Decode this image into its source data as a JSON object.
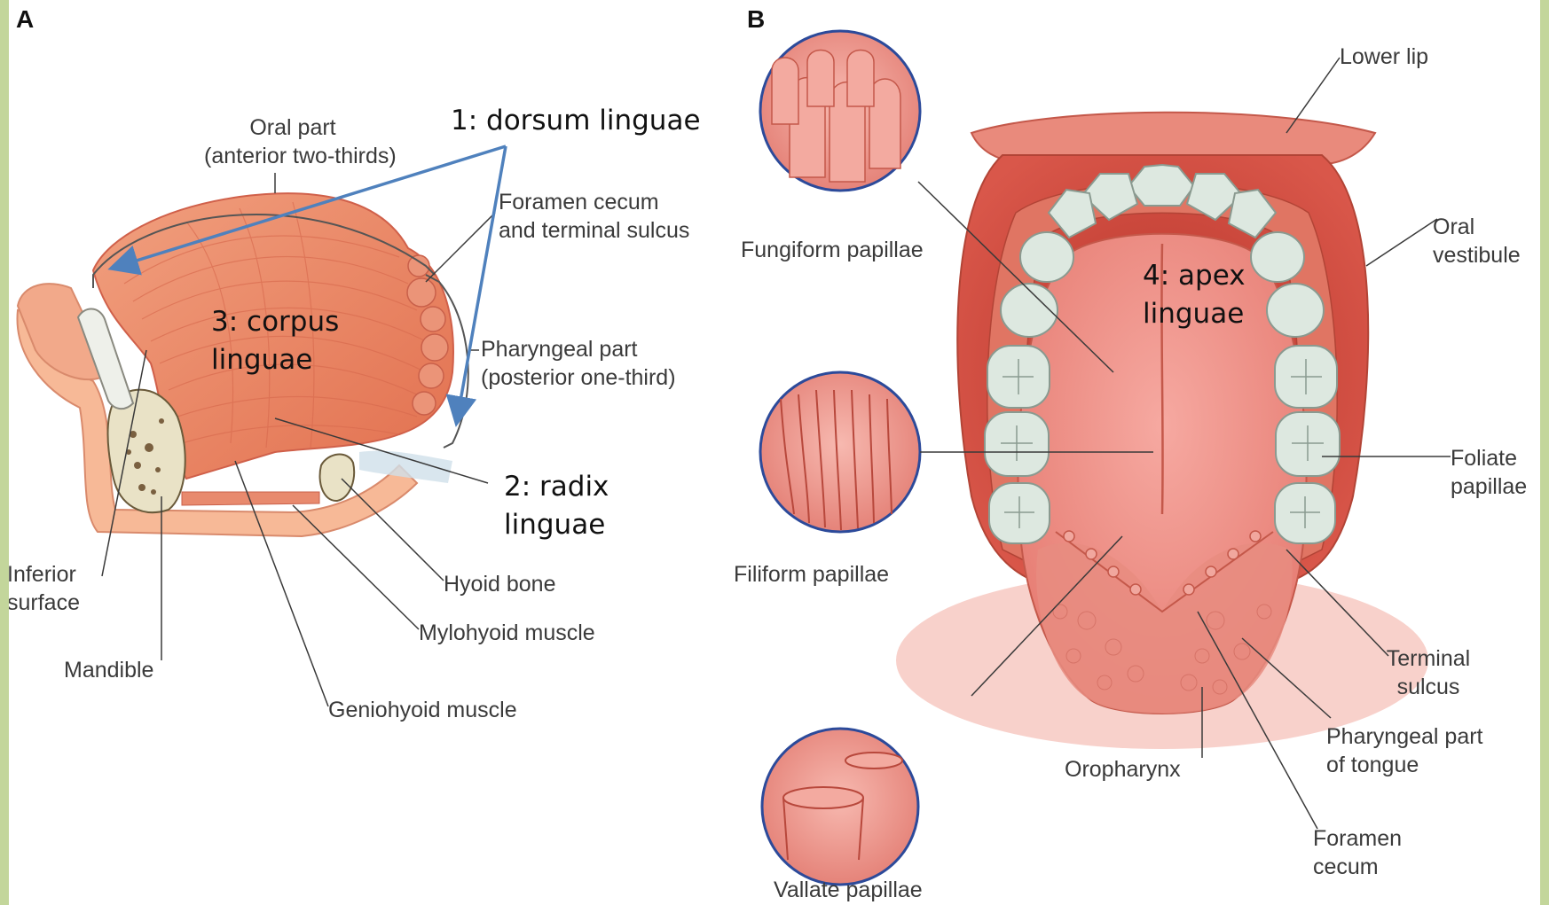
{
  "panels": {
    "a": "A",
    "b": "B"
  },
  "labels_a": {
    "oral_part": "Oral part",
    "oral_part_sub": "(anterior two-thirds)",
    "foramen_terminal": "Foramen cecum",
    "foramen_terminal_2": "and terminal sulcus",
    "pharyngeal_part": "Pharyngeal part",
    "pharyngeal_part_sub": "(posterior one-third)",
    "inferior_surface": "Inferior",
    "inferior_surface_2": "surface",
    "mandible": "Mandible",
    "geniohyoid": "Geniohyoid muscle",
    "mylohyoid": "Mylohyoid muscle",
    "hyoid": "Hyoid bone"
  },
  "labels_b": {
    "lower_lip": "Lower lip",
    "fungiform": "Fungiform papillae",
    "oral_vestibule": "Oral",
    "oral_vestibule_2": "vestibule",
    "filiform": "Filiform papillae",
    "foliate": "Foliate",
    "foliate_2": "papillae",
    "terminal_sulcus": "Terminal",
    "terminal_sulcus_2": "sulcus",
    "pharyngeal_tongue": "Pharyngeal part",
    "pharyngeal_tongue_2": "of tongue",
    "oropharynx": "Oropharynx",
    "foramen_cecum": "Foramen",
    "foramen_cecum_2": "cecum",
    "vallate": "Vallate papillae"
  },
  "annotations": {
    "dorsum": "1: dorsum linguae",
    "radix": "2: radix",
    "radix_2": "linguae",
    "corpus": "3: corpus",
    "corpus_2": "linguae",
    "apex": "4: apex",
    "apex_2": "linguae"
  },
  "colors": {
    "frame": "#c3d69b",
    "arrow": "#4f81bd",
    "muscle": "#e8866a",
    "tongue": "#ef8f86",
    "gums": "#e06a55",
    "teeth": "#dde8e0",
    "leader": "#3a3a3a"
  }
}
